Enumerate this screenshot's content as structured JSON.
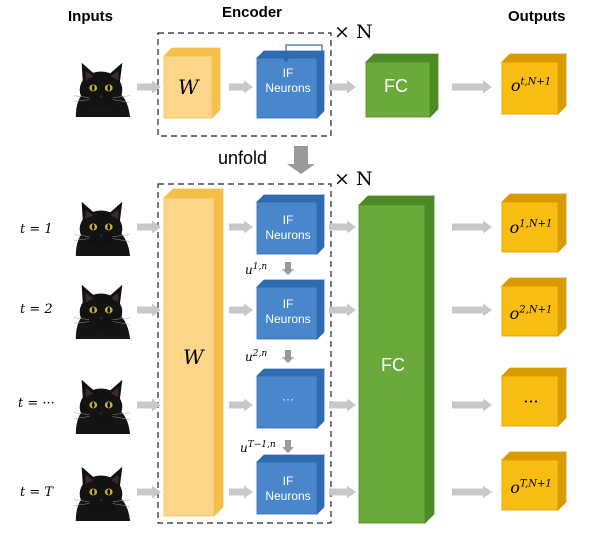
{
  "headers": {
    "inputs": "Inputs",
    "encoder": "Encoder",
    "outputs": "Outputs"
  },
  "labels": {
    "unfold": "unfold",
    "repeat_top": "× N",
    "repeat_bottom": "× N",
    "weight_top": "W",
    "weight_bottom": "W"
  },
  "top_row": {
    "if_neurons": [
      "IF",
      "Neurons"
    ],
    "fc": "FC",
    "output": "o",
    "output_sup": "t,N+1"
  },
  "unfolded": {
    "fc": "FC",
    "rows": [
      {
        "time": "t = 1",
        "neuron": [
          "IF",
          "Neurons"
        ],
        "output": "o",
        "output_sup": "1,N+1"
      },
      {
        "time": "t = 2",
        "neuron": [
          "IF",
          "Neurons"
        ],
        "output": "o",
        "output_sup": "2,N+1"
      },
      {
        "time": "t = ···",
        "neuron": [
          "···"
        ],
        "output": "···",
        "output_sup": ""
      },
      {
        "time": "t = T",
        "neuron": [
          "IF",
          "Neurons"
        ],
        "output": "o",
        "output_sup": "T,N+1"
      }
    ],
    "membrane_labels": [
      {
        "base": "u",
        "sup": "1,n"
      },
      {
        "base": "u",
        "sup": "2,n"
      },
      {
        "base": "u",
        "sup": "T−1,n"
      }
    ]
  },
  "colors": {
    "weight_face": "#fdd68a",
    "weight_edge": "#f5c04a",
    "neuron_face": "#4a86cc",
    "neuron_edge": "#2f6bb0",
    "fc_face": "#6aaa3a",
    "fc_edge": "#4d8a26",
    "out_face": "#f8bd12",
    "out_edge": "#d99a00",
    "arrow": "#c8c8c8",
    "dashed": "#222222"
  },
  "icons": {
    "input_image": "black-cat-photo"
  }
}
